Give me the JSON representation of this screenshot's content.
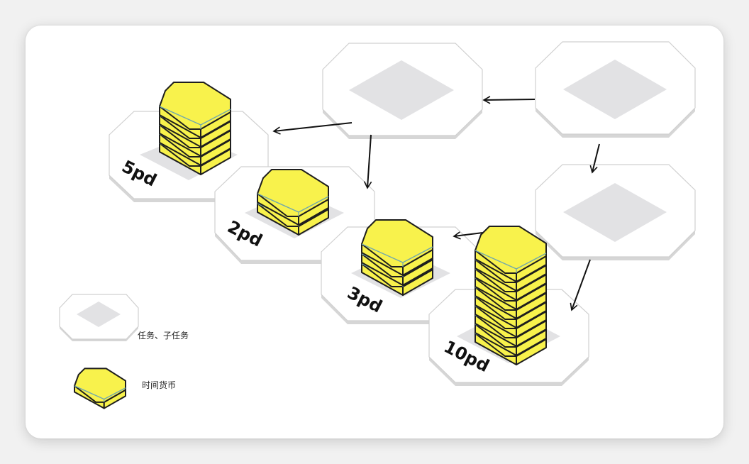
{
  "diagram": {
    "colors": {
      "coin_fill": "#f8f24c",
      "coin_stroke": "#1e1e1e",
      "coin_edge": "#6fa7ae",
      "hex_fill": "#ffffff",
      "hex_side": "#d6d6d6",
      "diamond": "#e2e2e4",
      "arrow": "#111111"
    },
    "stacks": [
      {
        "label": "5pd"
      },
      {
        "label": "2pd"
      },
      {
        "label": "3pd"
      },
      {
        "label": "10pd"
      }
    ],
    "legend": {
      "task_label": "任务、子任务",
      "currency_label": "时间货币"
    }
  }
}
